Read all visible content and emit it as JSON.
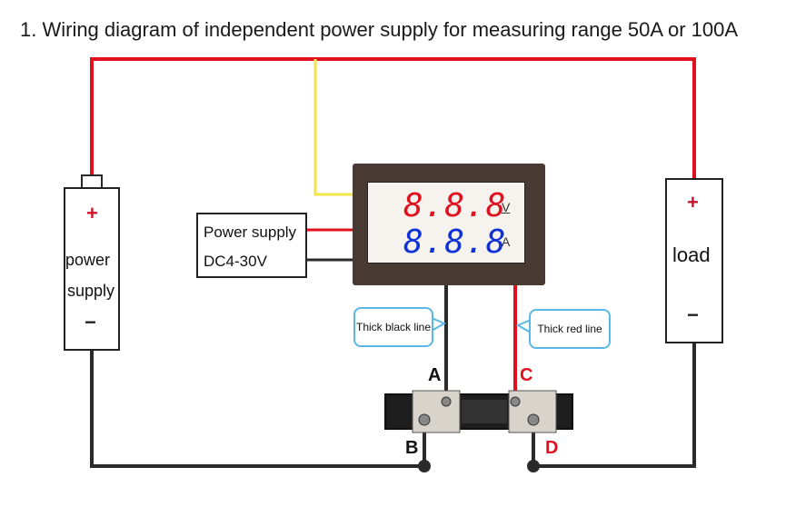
{
  "title": "1. Wiring diagram of independent power supply for measuring range 50A or 100A",
  "power_supply_box": {
    "line1": "Power supply",
    "line2": "DC4-30V"
  },
  "battery": {
    "plus": "+",
    "line1": "power",
    "line2": "supply",
    "minus": "−"
  },
  "load": {
    "plus": "+",
    "label": "load",
    "minus": "−"
  },
  "meter": {
    "voltage_digits": "8.8.8",
    "voltage_unit": "V",
    "current_digits": "8.8.8",
    "current_unit": "A"
  },
  "callouts": {
    "black": "Thick black line",
    "red": "Thick red line"
  },
  "terminals": {
    "a": "A",
    "b": "B",
    "c": "C",
    "d": "D"
  },
  "colors": {
    "red_wire": "#e0101e",
    "black_wire": "#2a2a2a",
    "yellow_wire": "#f2e64a",
    "voltage_digits": "#e0101e",
    "current_digits": "#1030d8",
    "callout_border": "#5ab8e6"
  }
}
